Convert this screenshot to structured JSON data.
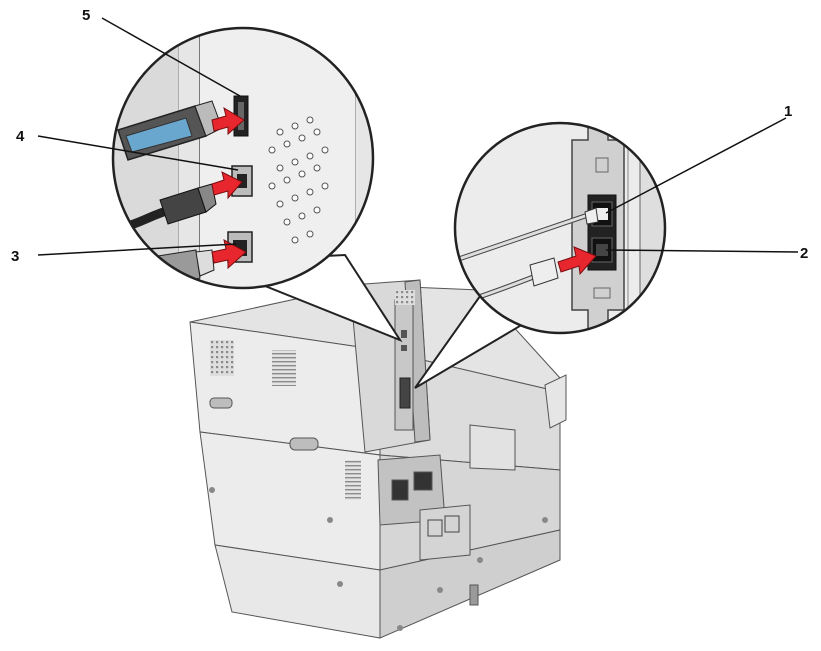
{
  "diagram": {
    "callouts": [
      {
        "id": "1",
        "label": "1"
      },
      {
        "id": "2",
        "label": "2"
      },
      {
        "id": "3",
        "label": "3"
      },
      {
        "id": "4",
        "label": "4"
      },
      {
        "id": "5",
        "label": "5"
      }
    ]
  },
  "colors": {
    "arrow": "#e8262d",
    "line": "#111111",
    "printer_light": "#e9e9e9",
    "printer_mid": "#d2d2d2",
    "printer_dark": "#9a9a9a",
    "usb_blue": "#6aa7cf"
  }
}
